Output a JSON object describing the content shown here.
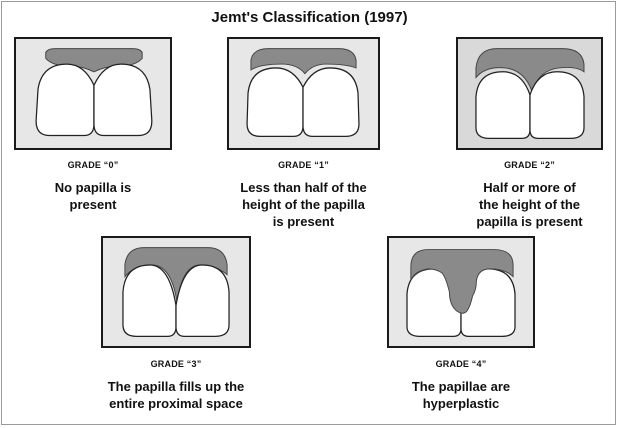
{
  "title": "Jemt's Classification (1997)",
  "grades": [
    {
      "label": "GRADE “0”",
      "description": [
        "No papilla is",
        "present"
      ]
    },
    {
      "label": "GRADE “1”",
      "description": [
        "Less than half of the",
        "height of the papilla",
        "is present"
      ]
    },
    {
      "label": "GRADE “2”",
      "description": [
        "Half or more of",
        "the height of the",
        "papilla is present"
      ]
    },
    {
      "label": "GRADE “3”",
      "description": [
        "The papilla fills up the",
        "entire proximal space"
      ]
    },
    {
      "label": "GRADE “4”",
      "description": [
        "The papillae are",
        "hyperplastic"
      ]
    }
  ],
  "colors": {
    "gingiva": "#8a8a8a",
    "tooth": "#ffffff",
    "panel_bg": "#e7e7e7",
    "outline": "#1a1a1a"
  }
}
